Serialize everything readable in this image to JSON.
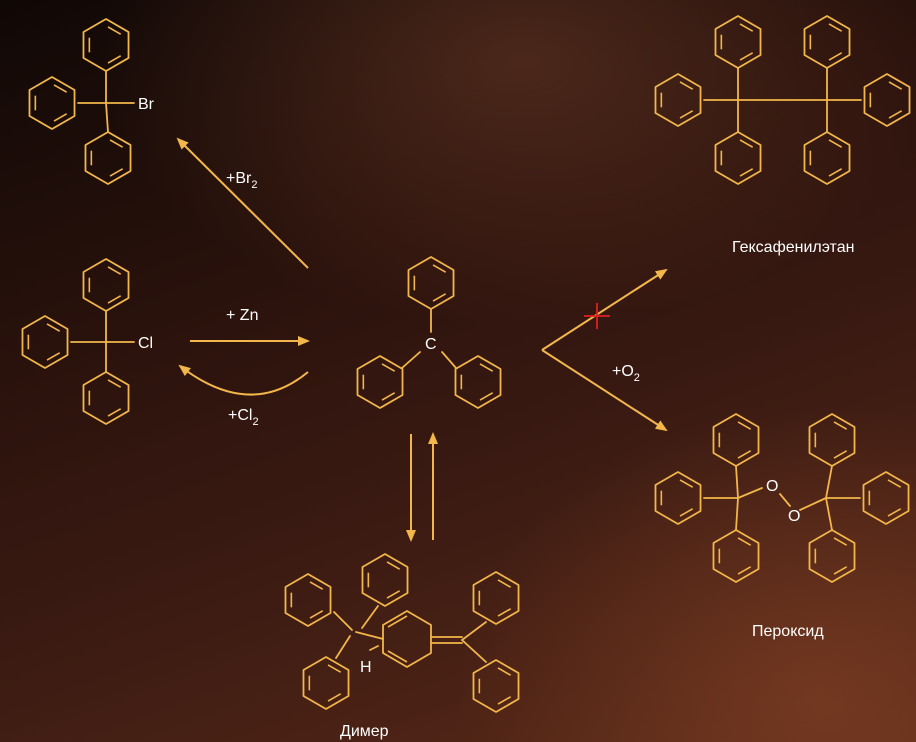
{
  "reagents": {
    "br2": {
      "main": "+Br",
      "sub": "2"
    },
    "zn": {
      "main": "+ Zn"
    },
    "cl2": {
      "main": "+Cl",
      "sub": "2"
    },
    "o2": {
      "main": "+O",
      "sub": "2"
    }
  },
  "atoms": {
    "br": "Br",
    "cl": "Cl",
    "c": "C",
    "h": "H",
    "o1": "O",
    "o2": "O"
  },
  "products": {
    "hexaphenylethane": "Гексафенилэтан",
    "peroxide": "Пероксид",
    "dimer": "Димер"
  },
  "colors": {
    "structure": "#f2b64a",
    "blocked_mark": "#e02020",
    "text": "#ffffff"
  }
}
